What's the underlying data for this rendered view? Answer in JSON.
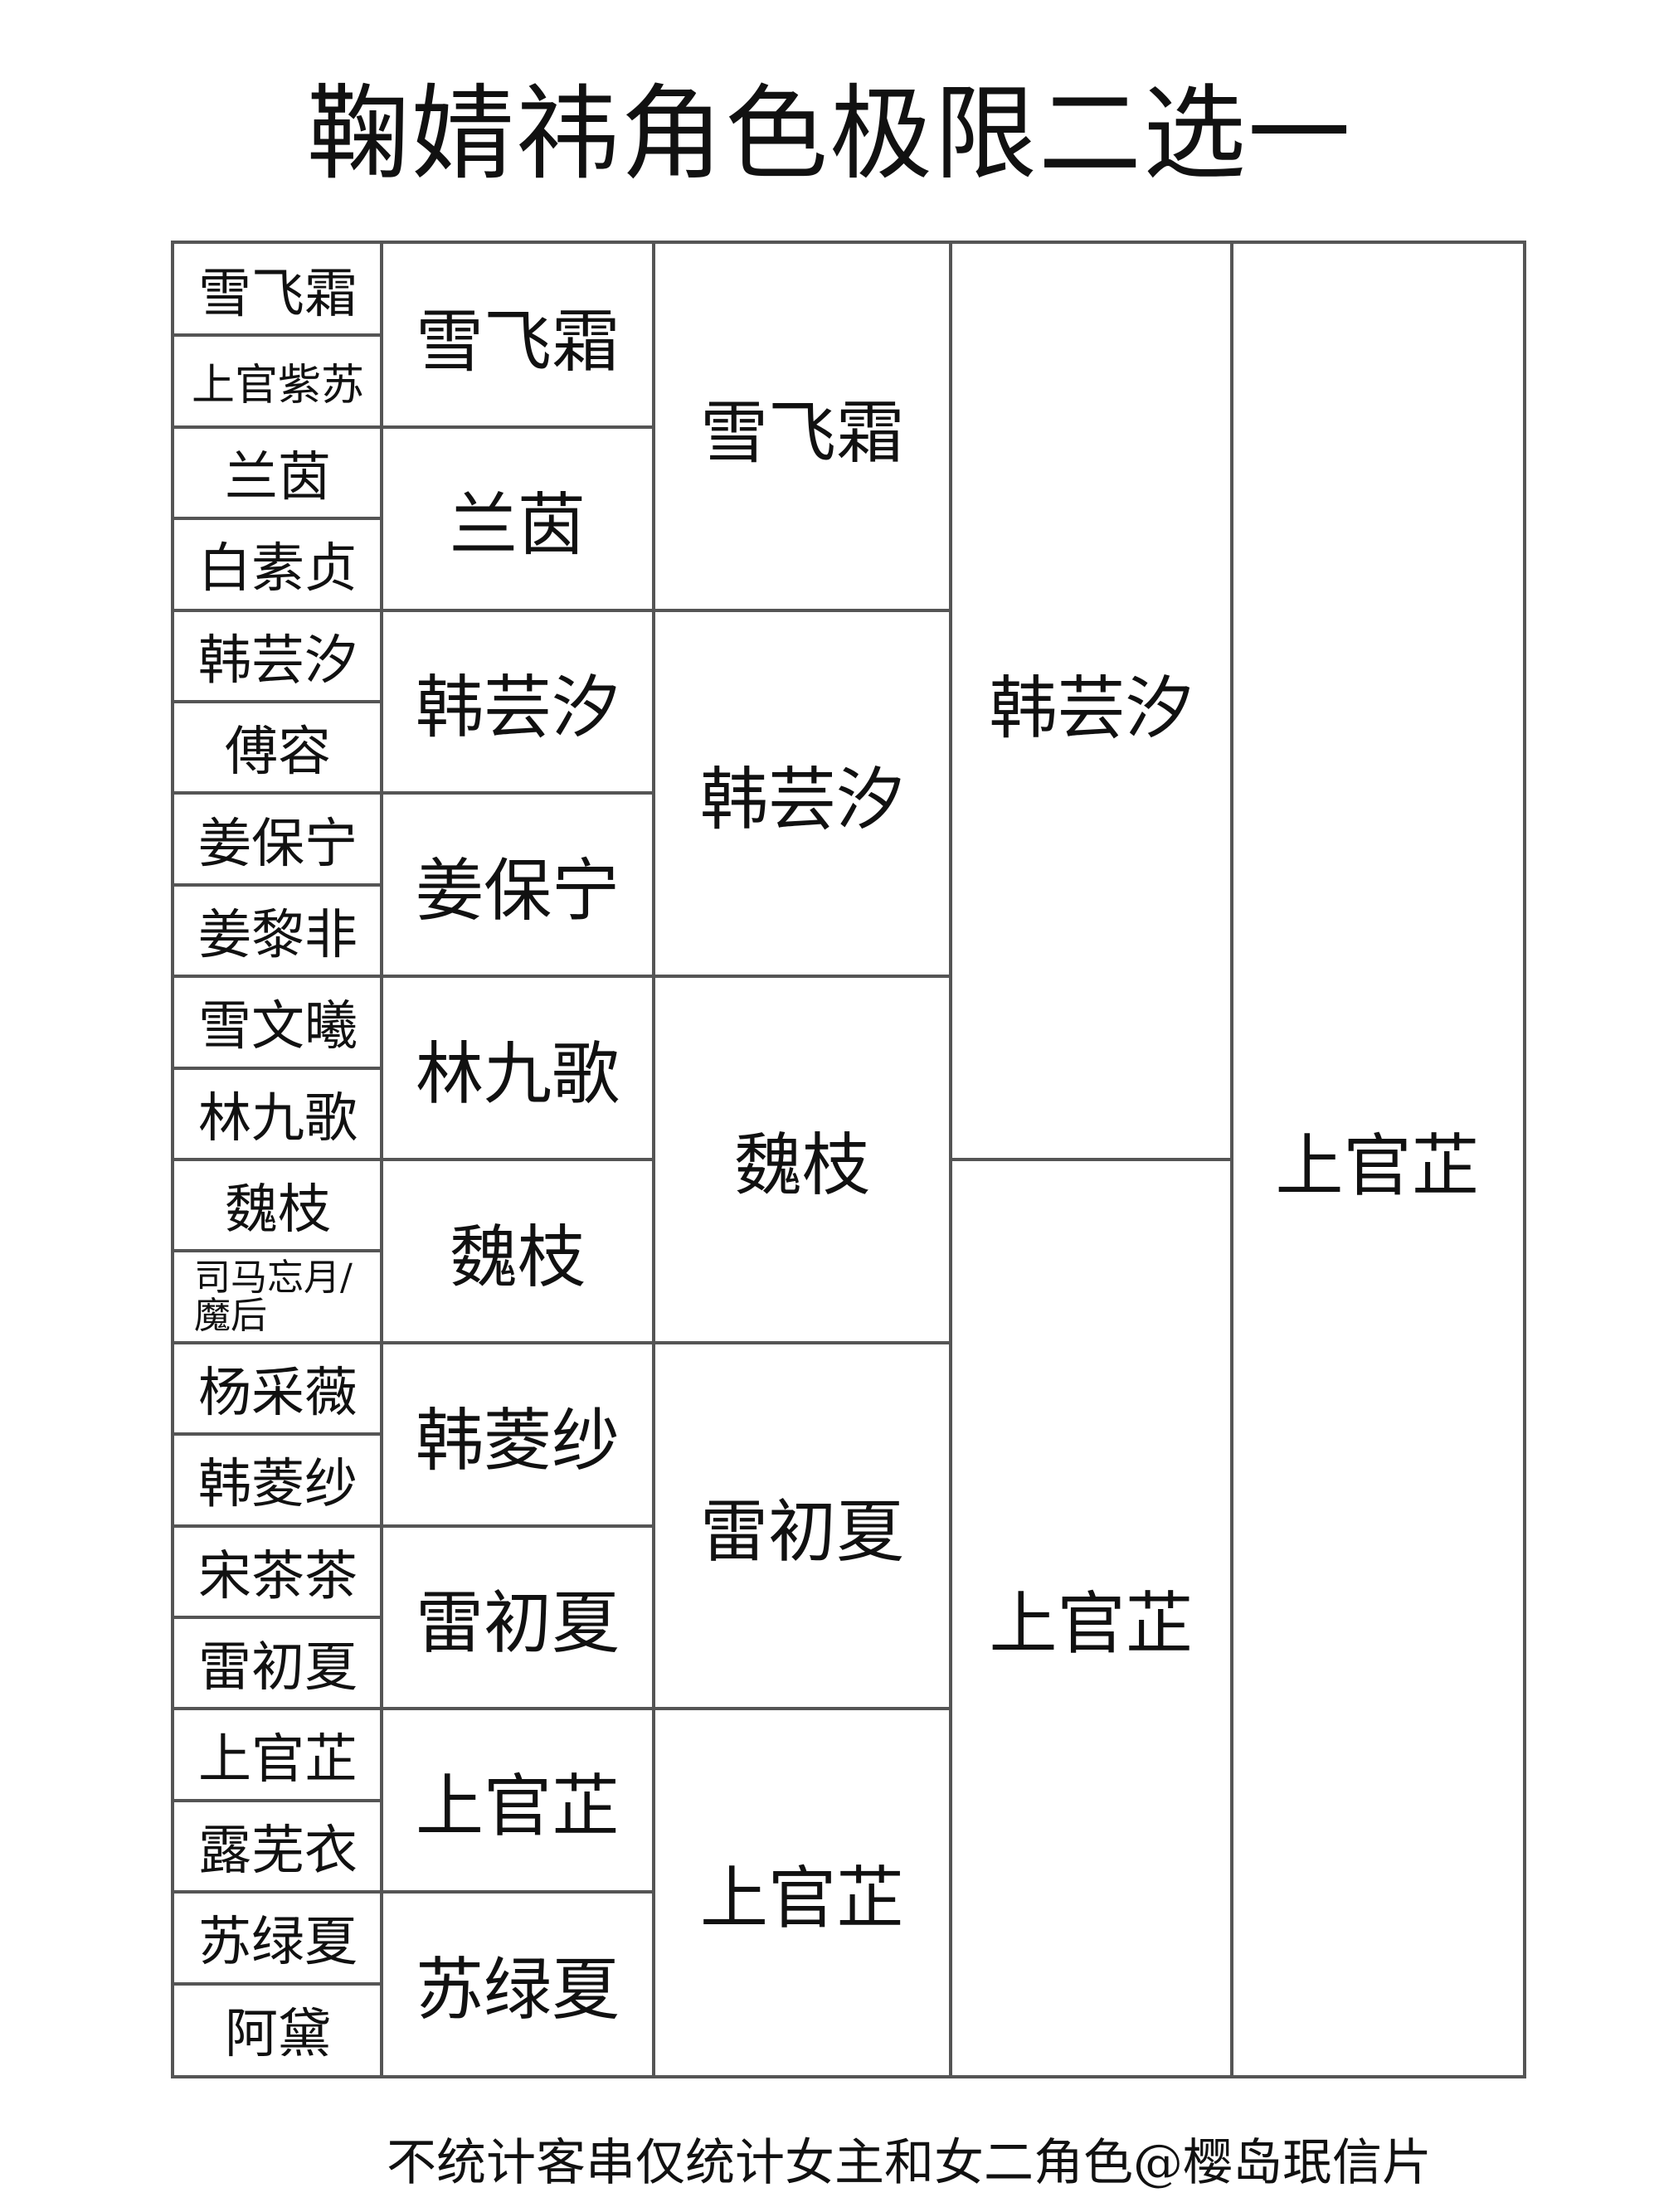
{
  "title": "鞠婧祎角色极限二选一",
  "bracket": {
    "round0": [
      "雪飞霜",
      "上官紫苏",
      "兰茵",
      "白素贞",
      "韩芸汐",
      "傅容",
      "姜保宁",
      "姜黎非",
      "雪文曦",
      "林九歌",
      "魏枝",
      "司马忘月/魔后",
      "杨采薇",
      "韩菱纱",
      "宋茶茶",
      "雷初夏",
      "上官芷",
      "露芜衣",
      "苏绿夏",
      "阿黛"
    ],
    "round1": [
      "雪飞霜",
      "兰茵",
      "韩芸汐",
      "姜保宁",
      "林九歌",
      "魏枝",
      "韩菱纱",
      "雷初夏",
      "上官芷",
      "苏绿夏"
    ],
    "round2": [
      "雪飞霜",
      "韩芸汐",
      "魏枝",
      "雷初夏",
      "上官芷"
    ],
    "round3": [
      "韩芸汐",
      "上官芷"
    ],
    "final": "上官芷"
  },
  "footer": "不统计客串仅统计女主和女二角色@樱岛珉信片"
}
